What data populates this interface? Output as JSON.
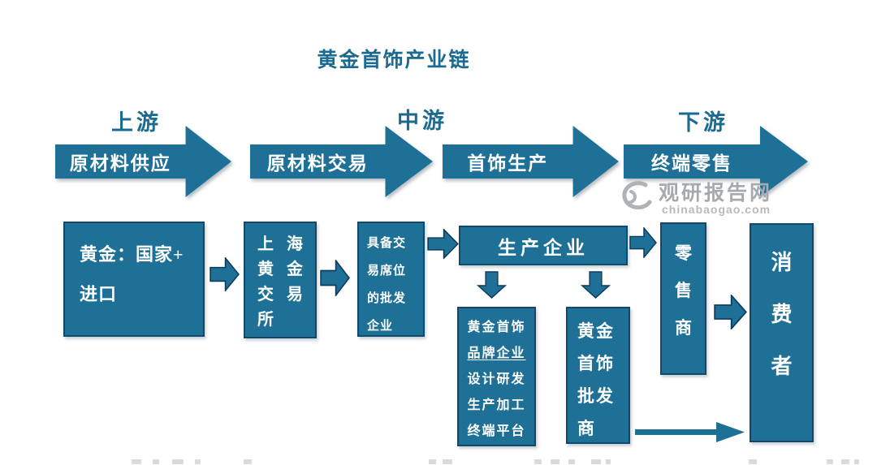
{
  "title": "黄金首饰产业链",
  "stage_labels": {
    "upstream": "上游",
    "midstream": "中游",
    "downstream": "下游"
  },
  "flow_arrows": {
    "supply": "原材料供应",
    "trade": "原材料交易",
    "production": "首饰生产",
    "retail": "终端零售"
  },
  "boxes": {
    "gold_source": {
      "line1": "黄金：国家+",
      "line2": "进口"
    },
    "sge": {
      "r1c1": "上",
      "r1c2": "海",
      "r2c1": "黄",
      "r2c2": "金",
      "r3c1": "交",
      "r3c2": "易",
      "r4c1": "所"
    },
    "trading_seat": {
      "line1": "具备交",
      "line2": "易席位",
      "line3": "的批发",
      "line4": "企业"
    },
    "producer": {
      "label": "生产企业"
    },
    "brand": {
      "line1": "黄金首饰",
      "line2": "品牌企业",
      "line3": "设计研发",
      "line4": "生产加工",
      "line5": "终端平台"
    },
    "wholesaler": {
      "line1": "黄金",
      "line2": "首饰",
      "line3": "批发",
      "line4": "商"
    },
    "retailer": {
      "c1": "零",
      "c2": "售",
      "c3": "商"
    },
    "consumer": {
      "c1": "消",
      "c2": "费",
      "c3": "者"
    }
  },
  "watermark": {
    "name": "观研报告网",
    "domain": "chinabaogao.com"
  },
  "colors": {
    "shape_fill": "#1E7096",
    "shape_border": "#10496E",
    "heading_text": "#1B6A90",
    "arrow_text": "#FFFFFF",
    "watermark_gray": "#A6A9AD"
  }
}
